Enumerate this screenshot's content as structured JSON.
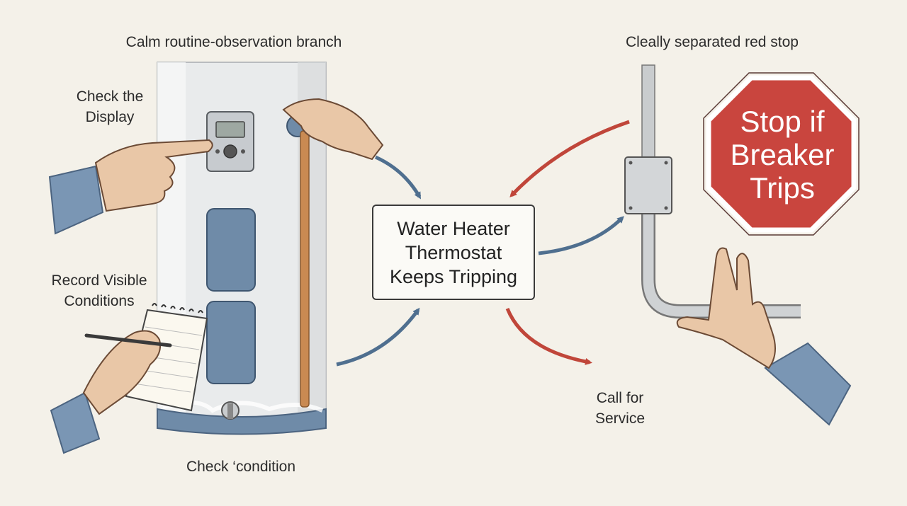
{
  "headings": {
    "left": "Calm routine-observation branch",
    "right": "Cleally separated red stop"
  },
  "center": {
    "lines": [
      "Water Heater",
      "Thermostat",
      "Keeps Tripping"
    ]
  },
  "steps": {
    "check_display": [
      "Check the",
      "Display"
    ],
    "record_conditions": [
      "Record Visible",
      "Conditions"
    ],
    "check_condition": [
      "Check ‘condition"
    ],
    "call_service": [
      "Call for",
      "Service"
    ]
  },
  "stop_sign": {
    "lines": [
      "Stop if",
      "Breaker",
      "Trips"
    ]
  },
  "colors": {
    "background": "#f4f1e9",
    "calm_arrow": "#4f6f8f",
    "stop_arrow": "#c0463a",
    "stop_sign": "#c9453e",
    "tank": "#e9ebec",
    "panel": "#6f8ba8",
    "pipe": "#c98a52"
  },
  "icons": [
    "water-heater-icon",
    "thermostat-display-icon",
    "notepad-icon",
    "pen-icon",
    "hand-icon",
    "junction-box-icon",
    "conduit-pipe-icon",
    "stop-sign-icon",
    "drain-valve-icon"
  ]
}
